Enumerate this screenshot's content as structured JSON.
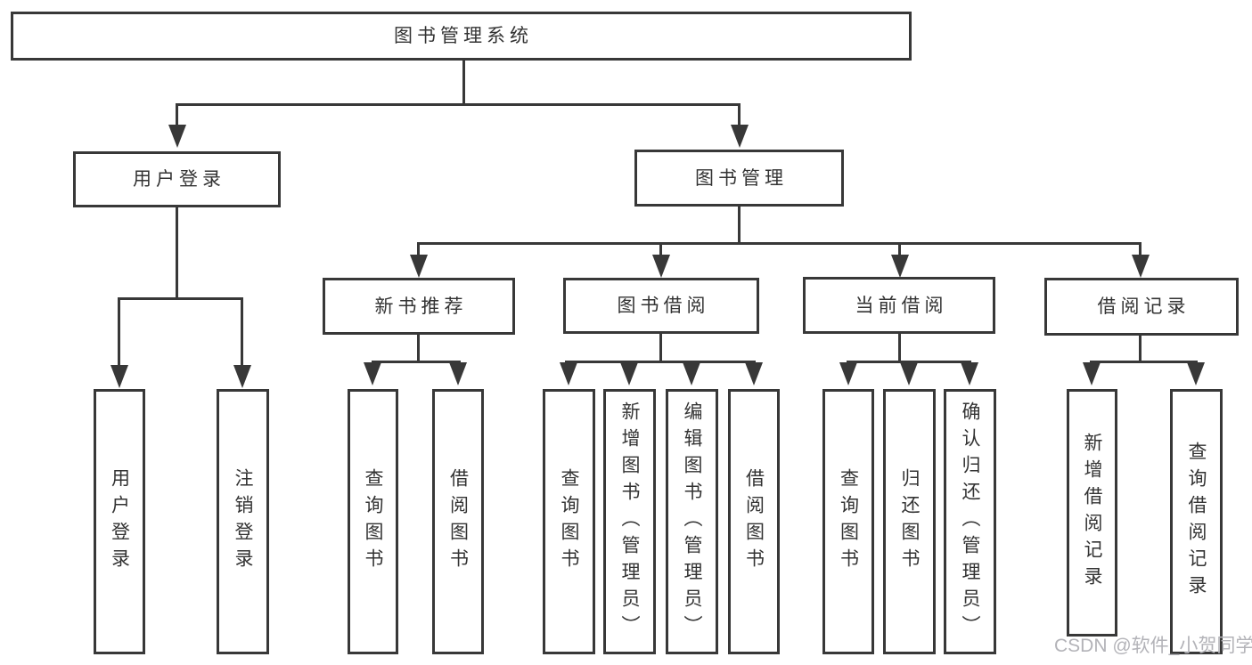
{
  "diagram": {
    "type": "hierarchy-tree",
    "colors": {
      "line": "#383838",
      "text": "#333333",
      "node_fill": "#ffffff",
      "watermark": "#b3b3b8",
      "background": "#ffffff"
    },
    "root": {
      "label": "图书管理系统"
    },
    "level2": [
      {
        "label": "用户登录"
      },
      {
        "label": "图书管理"
      }
    ],
    "level3": [
      {
        "label": "新书推荐",
        "parent": "图书管理"
      },
      {
        "label": "图书借阅",
        "parent": "图书管理"
      },
      {
        "label": "当前借阅",
        "parent": "图书管理"
      },
      {
        "label": "借阅记录",
        "parent": "图书管理"
      }
    ],
    "leaves": [
      {
        "label": "用户登录",
        "parent": "用户登录"
      },
      {
        "label": "注销登录",
        "parent": "用户登录"
      },
      {
        "label": "查询图书",
        "parent": "新书推荐"
      },
      {
        "label": "借阅图书",
        "parent": "新书推荐"
      },
      {
        "label": "查询图书",
        "parent": "图书借阅"
      },
      {
        "label": "新增图书（管理员）",
        "parent": "图书借阅"
      },
      {
        "label": "编辑图书（管理员）",
        "parent": "图书借阅"
      },
      {
        "label": "借阅图书",
        "parent": "图书借阅"
      },
      {
        "label": "查询图书",
        "parent": "当前借阅"
      },
      {
        "label": "归还图书",
        "parent": "当前借阅"
      },
      {
        "label": "确认归还（管理员）",
        "parent": "当前借阅"
      },
      {
        "label": "新增借阅记录",
        "parent": "借阅记录"
      },
      {
        "label": "查询借阅记录",
        "parent": "借阅记录"
      }
    ]
  },
  "watermark": {
    "text": "CSDN @软件_小贺同学"
  }
}
